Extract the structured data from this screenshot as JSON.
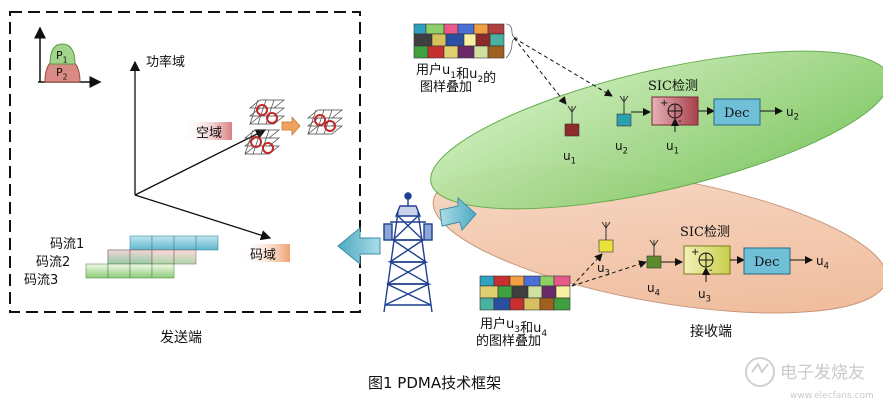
{
  "figure": {
    "caption": "图1   PDMA技术框架",
    "watermark": "电子发烧友",
    "watermark_url": "www.elecfans.com"
  },
  "transmitter": {
    "label": "发送端",
    "power_labels": [
      "P1",
      "P2"
    ],
    "axes": {
      "power": "功率域",
      "space": "空域",
      "code": "码域"
    },
    "streams": [
      "码流1",
      "码流2",
      "码流3"
    ]
  },
  "receiver": {
    "label": "接收端",
    "pattern_top": [
      "用户u1和u2的",
      "图样叠加"
    ],
    "pattern_bottom": [
      "用户u3和u4",
      "的图样叠加"
    ],
    "upper": {
      "sic": "SIC检测",
      "dec": "Dec",
      "output": "u2",
      "users": [
        "u1",
        "u2"
      ],
      "feedback": "u1"
    },
    "lower": {
      "sic": "SIC检测",
      "dec": "Dec",
      "output": "u4",
      "users": [
        "u3",
        "u4"
      ],
      "feedback": "u3"
    }
  },
  "colors": {
    "green_ellipse": "#8fcf72",
    "orange_ellipse": "#f2c7ab",
    "arrow_blue": "#7fc3d6",
    "dec_fill": "#6fbfd6",
    "sic_fill_top": "#c9737d",
    "sic_fill_bottom": "#e0e38a",
    "user_u1": "#8f2a2a",
    "user_u2": "#2a9fb0",
    "user_u3": "#e8e23a",
    "user_u4": "#5a8a2a"
  }
}
